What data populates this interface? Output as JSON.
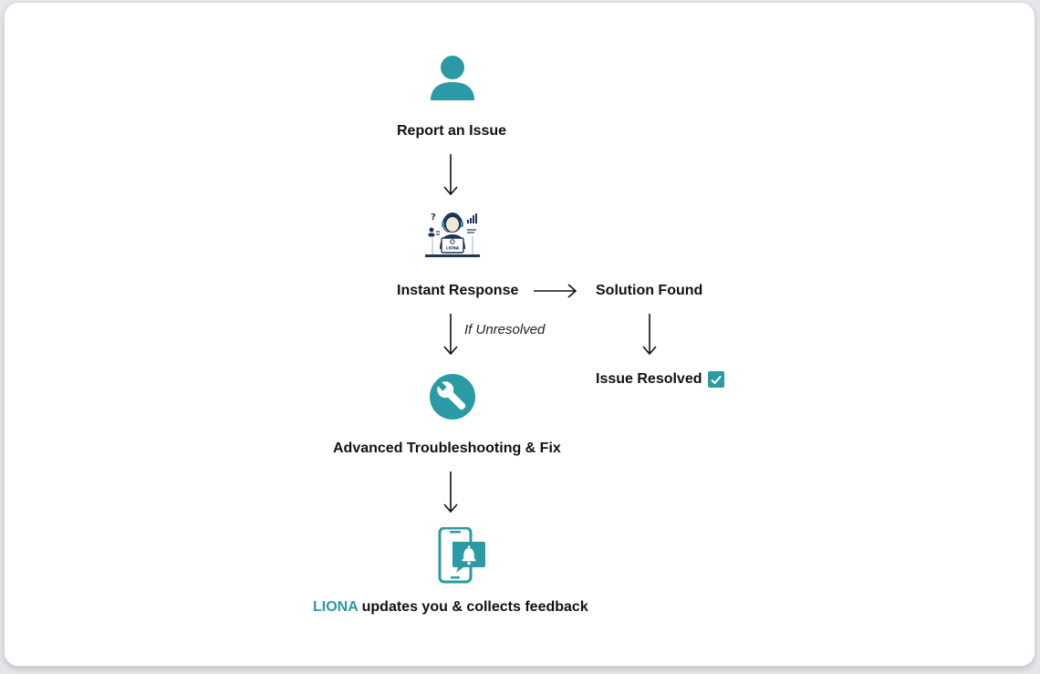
{
  "colors": {
    "accent": "#2a9aa4",
    "text": "#111111",
    "background": "#ffffff"
  },
  "steps": {
    "report": {
      "label": "Report an Issue",
      "icon": "user-icon"
    },
    "instant": {
      "label": "Instant Response",
      "icon": "support-agent-icon"
    },
    "solution": {
      "label": "Solution Found"
    },
    "resolved": {
      "label": "Issue Resolved",
      "icon": "checkbox-checked-icon"
    },
    "advanced": {
      "label": "Advanced Troubleshooting & Fix",
      "icon": "wrench-icon"
    },
    "liona": {
      "brand": "LIONA",
      "rest": " updates you & collects feedback",
      "icon": "phone-notification-icon"
    }
  },
  "edges": {
    "unresolved_label": "If Unresolved"
  },
  "agent_illustration": {
    "badge": "LIONA",
    "question_mark": "?"
  }
}
